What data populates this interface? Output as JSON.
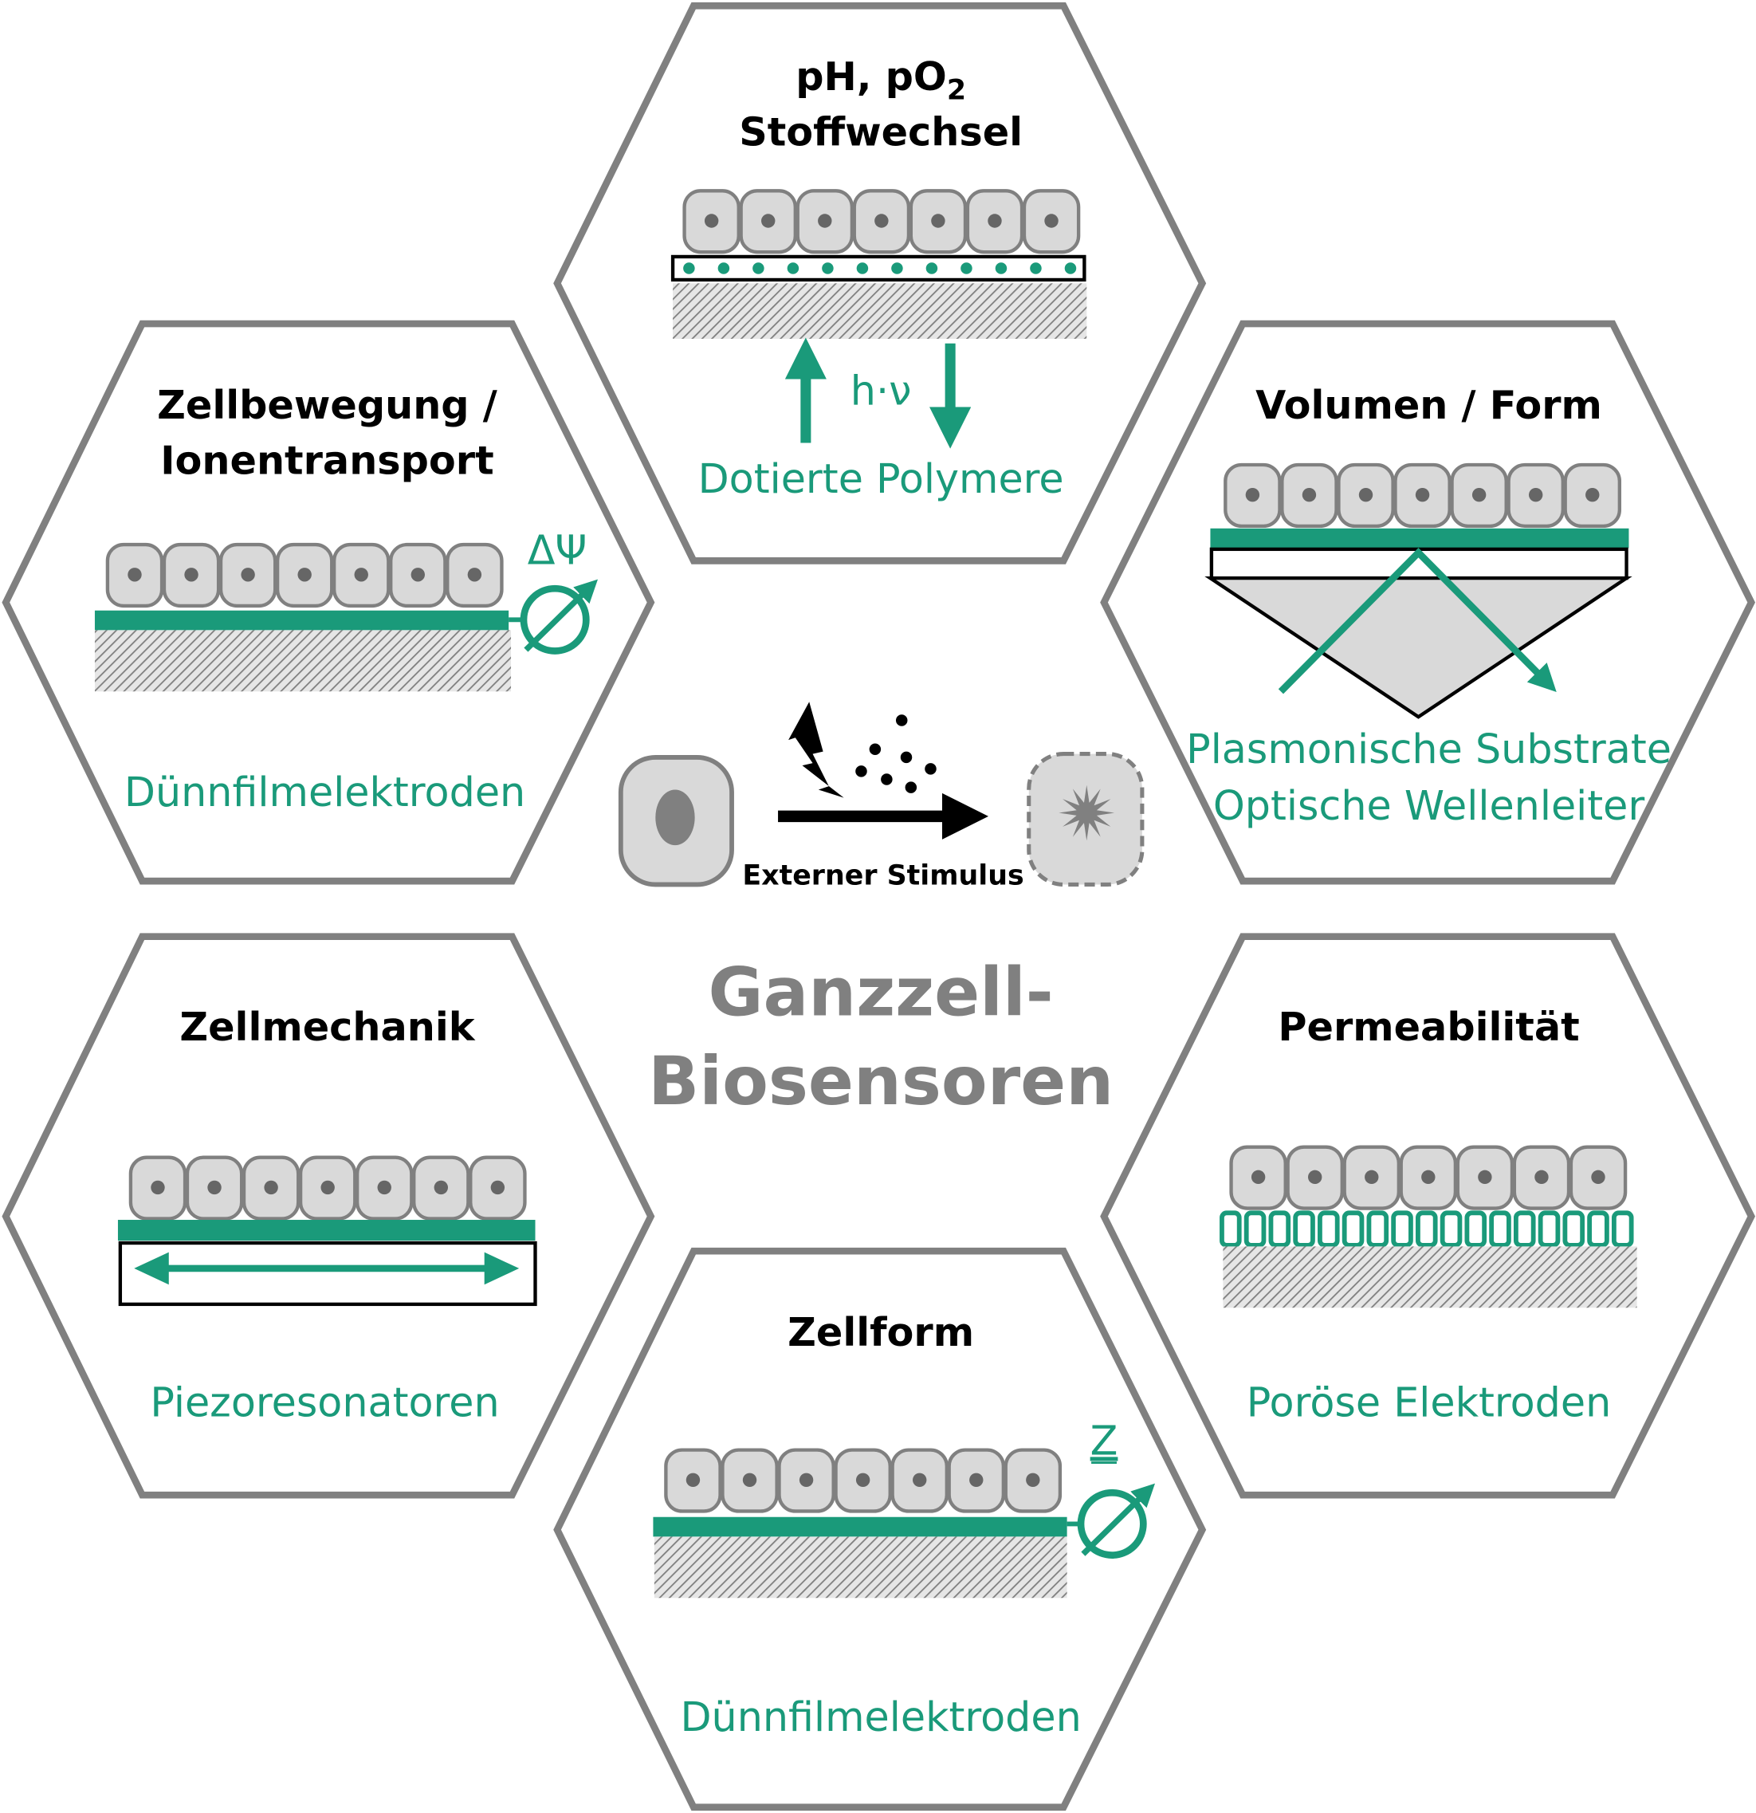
{
  "colors": {
    "accent": "#1a9a7a",
    "outline": "#808080",
    "cell_fill": "#d9d9d9"
  },
  "center": {
    "title_line1": "Ganzzell-",
    "title_line2": "Biosensoren",
    "stimulus_label": "Externer Stimulus"
  },
  "panels": {
    "top": {
      "title_line1": "pH, pO",
      "title_sub": "2",
      "title_line2": "Stoffwechsel",
      "symbol": "h·ν",
      "label": "Dotierte Polymere"
    },
    "left_upper": {
      "title_line1": "Zellbewegung /",
      "title_line2": "Ionentransport",
      "symbol": "ΔΨ",
      "label": "Dünnfilmelektroden"
    },
    "right_upper": {
      "title_line1": "Volumen / Form",
      "label_line1": "Plasmonische Substrate",
      "label_line2": "Optische Wellenleiter"
    },
    "left_lower": {
      "title_line1": "Zellmechanik",
      "label": "Piezoresonatoren"
    },
    "right_lower": {
      "title_line1": "Permeabilität",
      "label": "Poröse Elektroden"
    },
    "bottom": {
      "title_line1": "Zellform",
      "symbol": "Z",
      "label": "Dünnfilmelektroden"
    }
  }
}
